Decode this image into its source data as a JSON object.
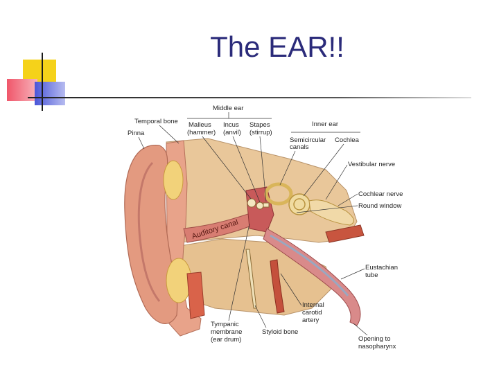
{
  "slide": {
    "title": "The EAR!!"
  },
  "diagram": {
    "labels": {
      "middle_ear": "Middle ear",
      "temporal_bone": "Temporal bone",
      "pinna": "Pinna",
      "malleus": "Malleus",
      "malleus_common": "(hammer)",
      "incus": "Incus",
      "incus_common": "(anvil)",
      "stapes": "Stapes",
      "stapes_common": "(stirrup)",
      "inner_ear": "Inner ear",
      "semicircular_1": "Semicircular",
      "semicircular_2": "canals",
      "cochlea": "Cochlea",
      "vestibular_nerve": "Vestibular nerve",
      "cochlear_nerve": "Cochlear nerve",
      "round_window": "Round window",
      "auditory_canal": "Auditory canal",
      "eustachian_1": "Eustachian",
      "eustachian_2": "tube",
      "carotid_1": "Internal",
      "carotid_2": "carotid",
      "carotid_3": "artery",
      "tympanic_1": "Tympanic",
      "tympanic_2": "membrane",
      "tympanic_3": "(ear drum)",
      "styloid": "Styloid bone",
      "opening_1": "Opening to",
      "opening_2": "nasopharynx"
    }
  },
  "colors": {
    "title": "#2b2b7a",
    "accent_yellow": "#f5d21a",
    "accent_red": "#f0566a",
    "accent_blue": "#4a56d8"
  }
}
